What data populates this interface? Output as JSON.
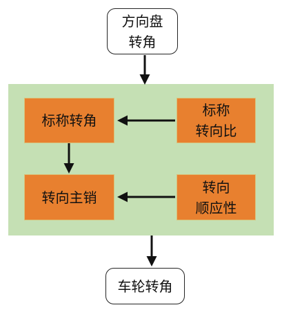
{
  "nodes": {
    "steering_wheel_angle": {
      "line1": "方向盘",
      "line2": "转角"
    },
    "nominal_angle": {
      "label": "标称转角"
    },
    "nominal_ratio": {
      "line1": "标称",
      "line2": "转向比"
    },
    "kingpin_angle": {
      "label": "转向主销"
    },
    "steering_compliance": {
      "line1": "转向",
      "line2": "顺应性"
    },
    "wheel_angle": {
      "label": "车轮转角"
    }
  },
  "colors": {
    "panel": "#c5e0b4",
    "node_fill": "#e8802f",
    "node_border": "#d9c27a",
    "arrow": "#111111"
  }
}
